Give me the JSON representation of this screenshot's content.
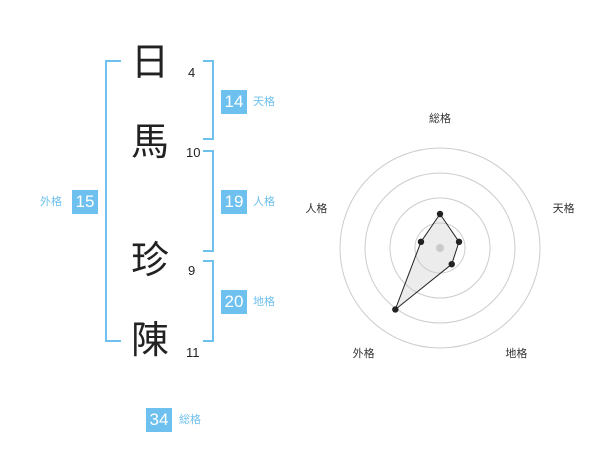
{
  "name": {
    "characters": [
      {
        "char": "日",
        "strokes": "4"
      },
      {
        "char": "馬",
        "strokes": "10"
      },
      {
        "char": "珍",
        "strokes": "9"
      },
      {
        "char": "陳",
        "strokes": "11"
      }
    ]
  },
  "scores": {
    "tenkaku": {
      "value": "14",
      "label": "天格"
    },
    "jinkaku": {
      "value": "19",
      "label": "人格"
    },
    "chikaku": {
      "value": "20",
      "label": "地格"
    },
    "gaikaku": {
      "value": "15",
      "label": "外格"
    },
    "soukaku": {
      "value": "34",
      "label": "総格"
    }
  },
  "colors": {
    "accent": "#6ec0ee"
  },
  "chart_data": {
    "type": "radar",
    "axes": [
      "総格",
      "天格",
      "地格",
      "外格",
      "人格"
    ],
    "values": [
      0.34,
      0.2,
      0.2,
      0.76,
      0.2
    ],
    "range": [
      0,
      1
    ],
    "rings": 4
  }
}
